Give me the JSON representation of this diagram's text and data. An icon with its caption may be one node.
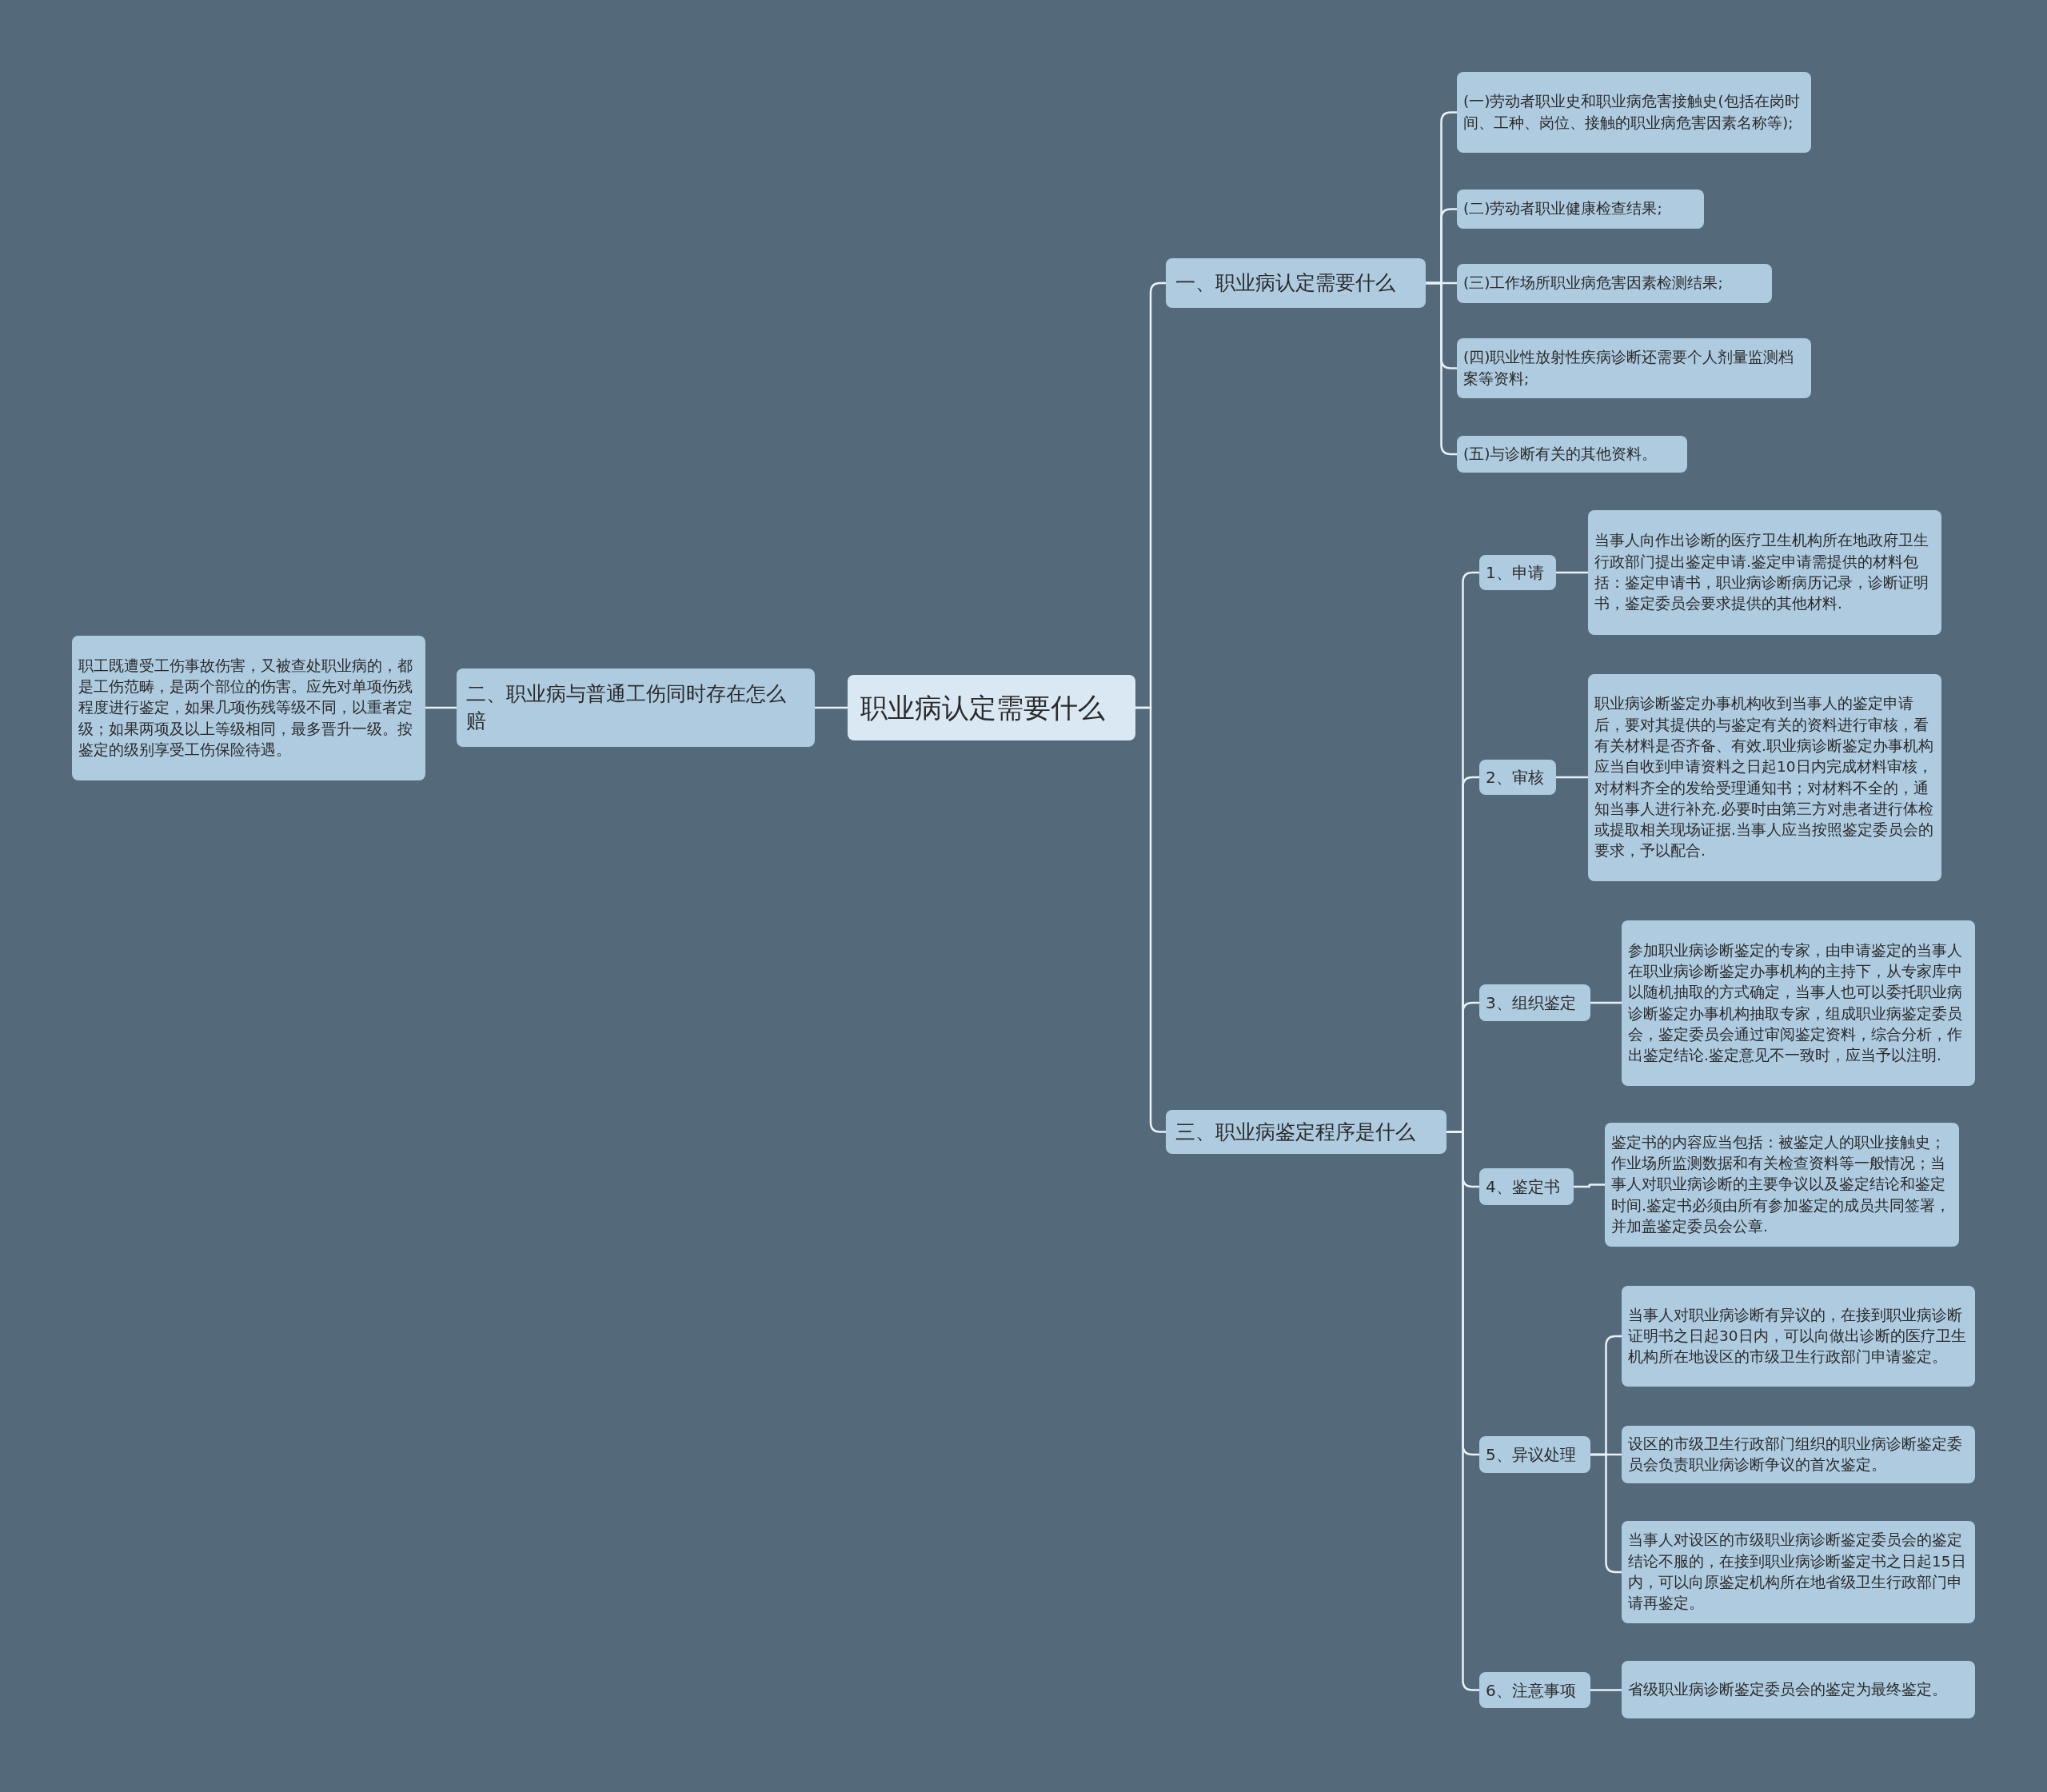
{
  "diagram": {
    "nodes": [
      {
        "text": [
          "职业病认定需要什么"
        ]
      },
      {
        "text": [
          "一、职业病认定需要什么"
        ]
      },
      {
        "text": [
          "(一)劳动者职业史和职业病危害接触史(包括在岗时间、工种、岗位、接触的职业病危害因素名称等);"
        ]
      },
      {
        "text": [
          "(二)劳动者职业健康检查结果;"
        ]
      },
      {
        "text": [
          "(三)工作场所职业病危害因素检测结果;"
        ]
      },
      {
        "text": [
          "(四)职业性放射性疾病诊断还需要个人剂量监测档案等资料;"
        ]
      },
      {
        "text": [
          "(五)与诊断有关的其他资料。"
        ]
      },
      {
        "text": [
          "二、职业病与普通工伤同时存在怎么赔"
        ]
      },
      {
        "text": [
          "职工既遭受工伤事故伤害，又被查处职业病的，都是工伤范畴，是两个部位的伤害。应先对单项伤残程度进行鉴定，如果几项伤残等级不同，以重者定级；如果两项及以上等级相同，最多晋升一级。按鉴定的级别享受工伤保险待遇。"
        ]
      },
      {
        "text": [
          "三、职业病鉴定程序是什么"
        ]
      },
      {
        "text": [
          "1、申请"
        ]
      },
      {
        "text": [
          "当事人向作出诊断的医疗卫生机构所在地政府卫生行政部门提出鉴定申请.鉴定申请需提供的材料包括：鉴定申请书，职业病诊断病历记录，诊断证明书，鉴定委员会要求提供的其他材料."
        ]
      },
      {
        "text": [
          "2、审核"
        ]
      },
      {
        "text": [
          "职业病诊断鉴定办事机构收到当事人的鉴定申请后，要对其提供的与鉴定有关的资料进行审核，看有关材料是否齐备、有效.职业病诊断鉴定办事机构应当自收到申请资料之日起10日内完成材料审核，对材料齐全的发给受理通知书；对材料不全的，通知当事人进行补充.必要时由第三方对患者进行体检或提取相关现场证据.当事人应当按照鉴定委员会的要求，予以配合."
        ]
      },
      {
        "text": [
          "3、组织鉴定"
        ]
      },
      {
        "text": [
          "参加职业病诊断鉴定的专家，由申请鉴定的当事人在职业病诊断鉴定办事机构的主持下，从专家库中以随机抽取的方式确定，当事人也可以委托职业病诊断鉴定办事机构抽取专家，组成职业病鉴定委员会，鉴定委员会通过审阅鉴定资料，综合分析，作出鉴定结论.鉴定意见不一致时，应当予以注明."
        ]
      },
      {
        "text": [
          "4、鉴定书"
        ]
      },
      {
        "text": [
          "鉴定书的内容应当包括：被鉴定人的职业接触史；作业场所监测数据和有关检查资料等一般情况；当事人对职业病诊断的主要争议以及鉴定结论和鉴定时间.鉴定书必须由所有参加鉴定的成员共同签署，并加盖鉴定委员会公章."
        ]
      },
      {
        "text": [
          "5、异议处理"
        ]
      },
      {
        "text": [
          "当事人对职业病诊断有异议的，在接到职业病诊断证明书之日起30日内，可以向做出诊断的医疗卫生机构所在地设区的市级卫生行政部门申请鉴定。"
        ]
      },
      {
        "text": [
          "设区的市级卫生行政部门组织的职业病诊断鉴定委员会负责职业病诊断争议的首次鉴定。"
        ]
      },
      {
        "text": [
          "当事人对设区的市级职业病诊断鉴定委员会的鉴定结论不服的，在接到职业病诊断鉴定书之日起15日内，可以向原鉴定机构所在地省级卫生行政部门申请再鉴定。"
        ]
      },
      {
        "text": [
          "6、注意事项"
        ]
      },
      {
        "text": [
          "省级职业病诊断鉴定委员会的鉴定为最终鉴定。"
        ]
      }
    ],
    "edges": [
      {
        "from": 0,
        "to": 1,
        "arrow": "none"
      },
      {
        "from": 1,
        "to": 2,
        "arrow": "none"
      },
      {
        "from": 1,
        "to": 3,
        "arrow": "none"
      },
      {
        "from": 1,
        "to": 4,
        "arrow": "none"
      },
      {
        "from": 1,
        "to": 5,
        "arrow": "none"
      },
      {
        "from": 1,
        "to": 6,
        "arrow": "none"
      },
      {
        "from": 0,
        "to": 7,
        "arrow": "none"
      },
      {
        "from": 7,
        "to": 8,
        "arrow": "none"
      },
      {
        "from": 0,
        "to": 9,
        "arrow": "none"
      },
      {
        "from": 9,
        "to": 10,
        "arrow": "none"
      },
      {
        "from": 10,
        "to": 11,
        "arrow": "none"
      },
      {
        "from": 9,
        "to": 12,
        "arrow": "none"
      },
      {
        "from": 12,
        "to": 13,
        "arrow": "none"
      },
      {
        "from": 9,
        "to": 14,
        "arrow": "none"
      },
      {
        "from": 14,
        "to": 15,
        "arrow": "none"
      },
      {
        "from": 9,
        "to": 16,
        "arrow": "none"
      },
      {
        "from": 16,
        "to": 17,
        "arrow": "none"
      },
      {
        "from": 9,
        "to": 18,
        "arrow": "none"
      },
      {
        "from": 18,
        "to": 19,
        "arrow": "none"
      },
      {
        "from": 18,
        "to": 20,
        "arrow": "none"
      },
      {
        "from": 18,
        "to": 21,
        "arrow": "none"
      },
      {
        "from": 9,
        "to": 22,
        "arrow": "none"
      },
      {
        "from": 22,
        "to": 23,
        "arrow": "none"
      }
    ]
  }
}
